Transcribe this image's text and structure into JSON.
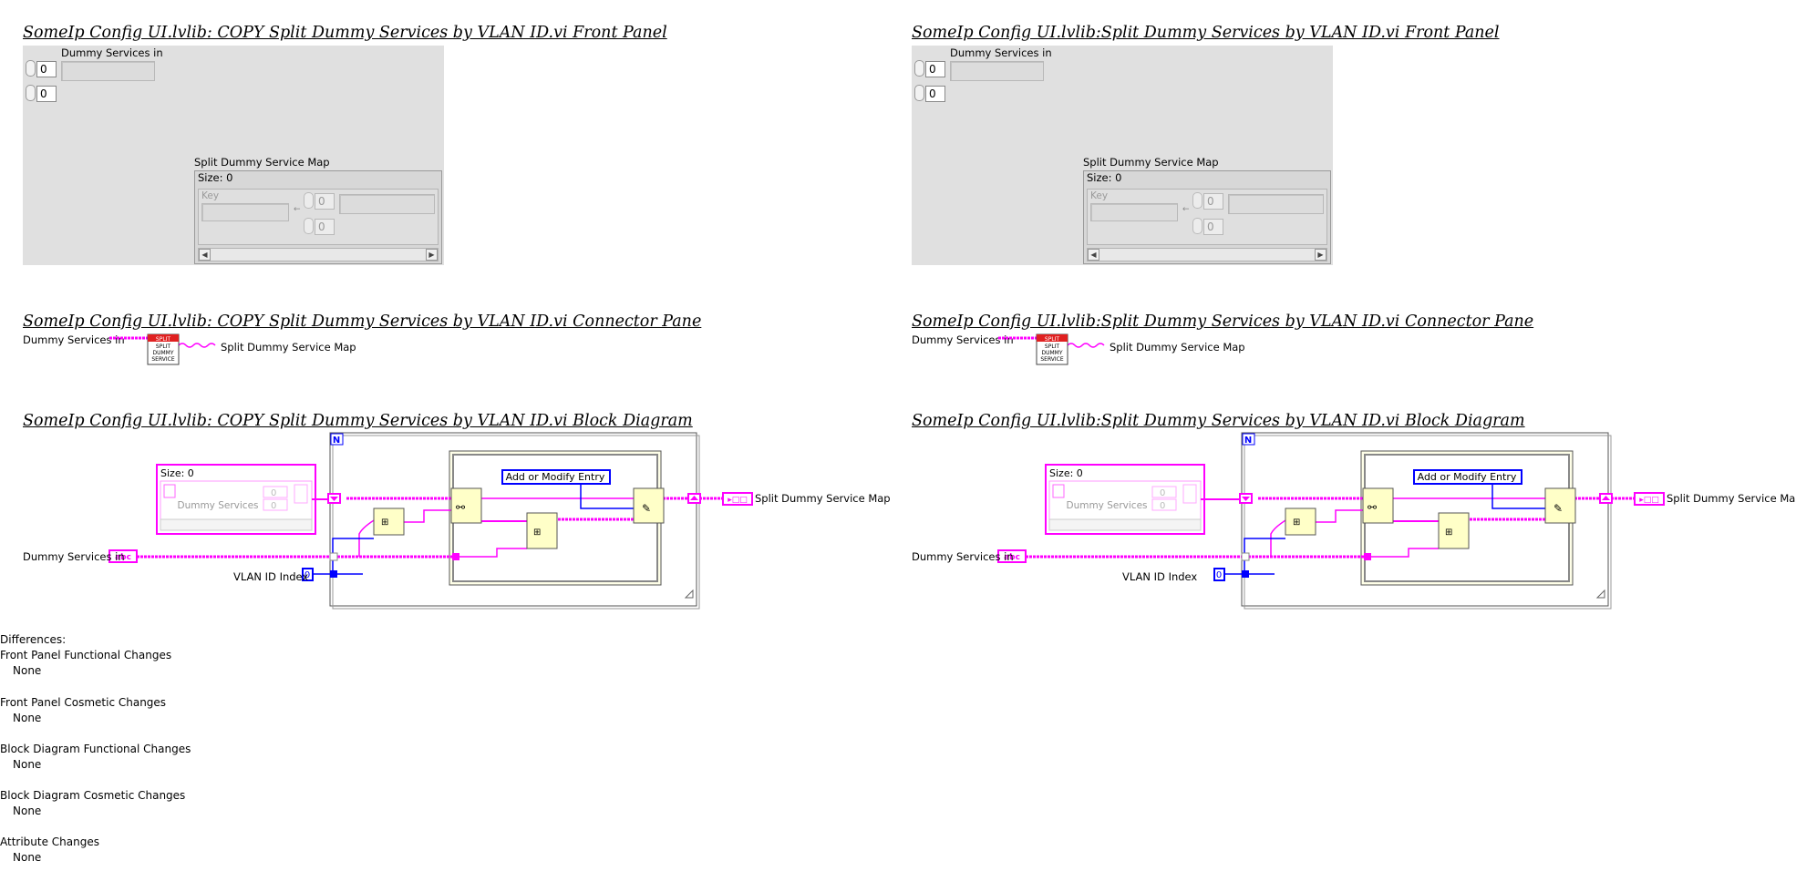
{
  "left": {
    "front_panel_title": "SomeIp Config UI.lvlib:  COPY  Split Dummy Services by VLAN ID.vi Front Panel",
    "connector_title": "SomeIp Config UI.lvlib:  COPY  Split Dummy Services by VLAN ID.vi Connector Pane",
    "block_title": "SomeIp Config UI.lvlib:  COPY  Split Dummy Services by VLAN ID.vi Block Diagram"
  },
  "right": {
    "front_panel_title": "SomeIp Config UI.lvlib:Split Dummy Services by VLAN ID.vi Front Panel",
    "connector_title": "SomeIp Config UI.lvlib:Split Dummy Services by VLAN ID.vi Connector Pane",
    "block_title": "SomeIp Config UI.lvlib:Split Dummy Services by VLAN ID.vi Block Diagram"
  },
  "front_panel": {
    "dummy_label": "Dummy Services in",
    "index_values": [
      "0",
      "0"
    ],
    "map_label": "Split Dummy Service Map",
    "map_size": "Size: 0",
    "key_label": "Key",
    "key_index_values": [
      "0",
      "0"
    ]
  },
  "connector": {
    "input_label": "Dummy Services in",
    "output_label": "Split Dummy Service Map",
    "icon_text": [
      "SPLIT",
      "SPLIT",
      "DUMMY",
      "SERVICE"
    ]
  },
  "block": {
    "loop_terminal": "N",
    "const_size": "Size: 0",
    "const_label": "Dummy Services",
    "const_values": [
      "0",
      "0"
    ],
    "enum_value": "Add or Modify Entry",
    "input_label": "Dummy Services in",
    "vlan_label": "VLAN ID Index",
    "vlan_value": "0",
    "output_label": "Split Dummy Service Map",
    "abc_text": "abc"
  },
  "differences": {
    "heading": "Differences:",
    "items": [
      {
        "label": "Front Panel Functional Changes",
        "value": "None"
      },
      {
        "label": "Front Panel Cosmetic Changes",
        "value": "None"
      },
      {
        "label": "Block Diagram Functional Changes",
        "value": "None"
      },
      {
        "label": "Block Diagram Cosmetic Changes",
        "value": "None"
      },
      {
        "label": "Attribute Changes",
        "value": "None"
      }
    ]
  },
  "colors": {
    "wire_pink": "#ff00ff",
    "wire_blue": "#0000ff",
    "fp_background": "#e0e0e0",
    "node_yellow": "#ffffc8"
  }
}
